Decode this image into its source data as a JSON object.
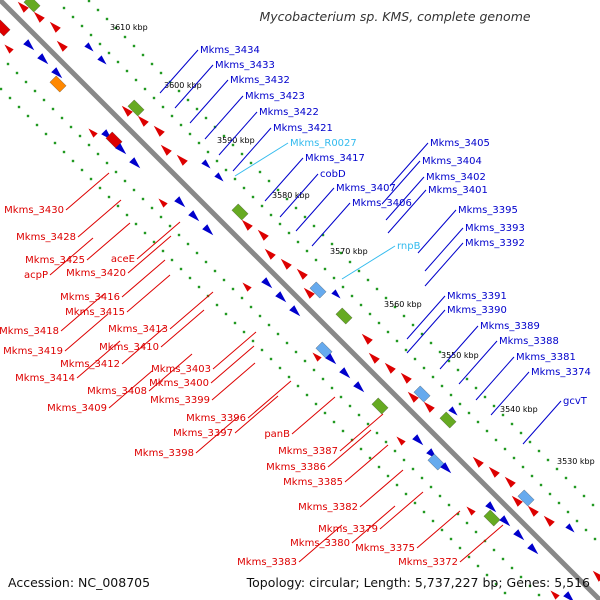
{
  "title": "Mycobacterium sp. KMS, complete genome",
  "footer": {
    "accession": "Accession: NC_008705",
    "summary": "Topology: circular; Length: 5,737,227 bp; Genes: 5,516"
  },
  "kbp_ticks": [
    "3610 kbp",
    "3600 kbp",
    "3590 kbp",
    "3580 kbp",
    "3570 kbp",
    "3560 kbp",
    "3550 kbp",
    "3540 kbp",
    "3530 kbp"
  ],
  "colors": {
    "forward": "#0000cc",
    "reverse": "#dd0000",
    "rna": "#33bbee",
    "backbone": "#888888"
  },
  "labels": {
    "blue": [
      "Mkms_3434",
      "Mkms_3433",
      "Mkms_3432",
      "Mkms_3423",
      "Mkms_3422",
      "Mkms_3421",
      "Mkms_3417",
      "cobD",
      "Mkms_3407",
      "Mkms_3406",
      "Mkms_3405",
      "Mkms_3404",
      "Mkms_3402",
      "Mkms_3401",
      "Mkms_3395",
      "Mkms_3393",
      "Mkms_3392",
      "Mkms_3391",
      "Mkms_3390",
      "Mkms_3389",
      "Mkms_3388",
      "Mkms_3381",
      "Mkms_3374",
      "gcvT"
    ],
    "cyan": [
      "Mkms_R0027",
      "rnpB"
    ],
    "red": [
      "Mkms_3430",
      "Mkms_3428",
      "Mkms_3425",
      "acpP",
      "aceE",
      "Mkms_3420",
      "Mkms_3416",
      "Mkms_3415",
      "Mkms_3413",
      "Mkms_3418",
      "Mkms_3419",
      "Mkms_3410",
      "Mkms_3412",
      "Mkms_3414",
      "Mkms_3403",
      "Mkms_3400",
      "Mkms_3408",
      "Mkms_3399",
      "Mkms_3409",
      "Mkms_3396",
      "Mkms_3397",
      "Mkms_3398",
      "panB",
      "Mkms_3387",
      "Mkms_3386",
      "Mkms_3385",
      "Mkms_3382",
      "Mkms_3379",
      "Mkms_3380",
      "Mkms_3375",
      "Mkms_3383",
      "Mkms_3372"
    ]
  }
}
